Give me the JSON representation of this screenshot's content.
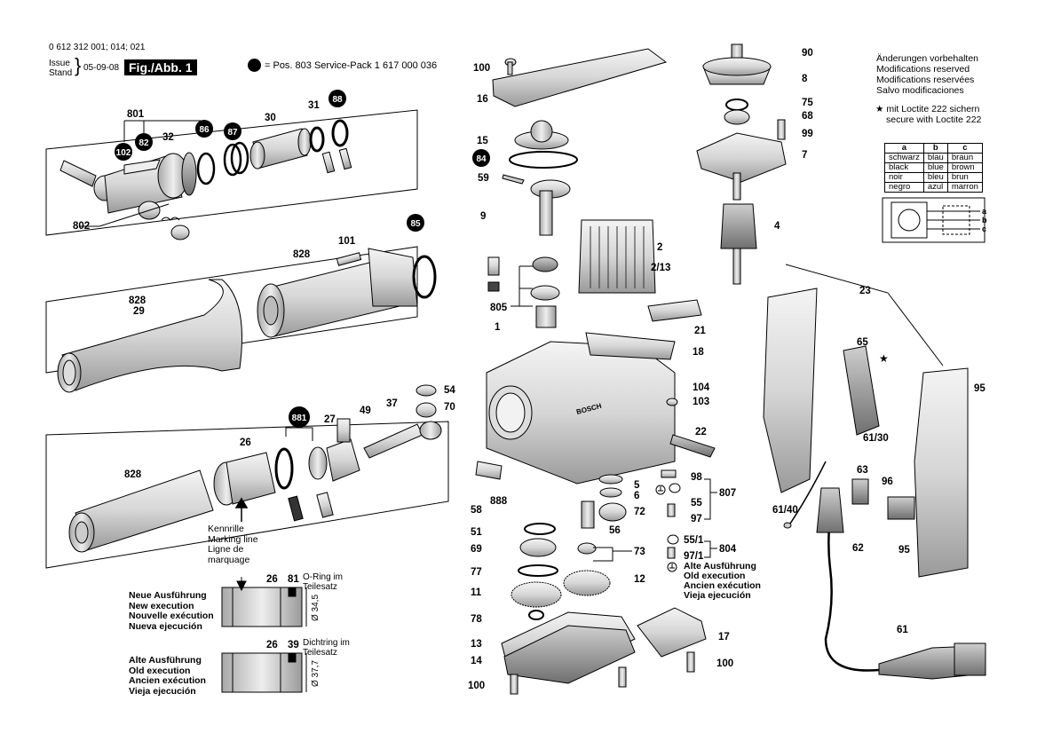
{
  "header": {
    "part_number": "0 612 312 001; 014; 021",
    "issue_label": "Issue",
    "stand_label": "Stand",
    "issue_date": "05-09-08",
    "figure": "Fig./Abb. 1",
    "service_pack": "= Pos. 803 Service-Pack 1 617 000 036"
  },
  "notes": {
    "modifications": [
      "Änderungen vorbehalten",
      "Modifications reserved",
      "Modifications reservées",
      "Salvo modificaciones"
    ],
    "loctite": [
      "mit Loctite 222 sichern",
      "secure with Loctite 222"
    ],
    "star": "★"
  },
  "color_table": {
    "headers": [
      "a",
      "b",
      "c"
    ],
    "rows": [
      [
        "schwarz",
        "blau",
        "braun"
      ],
      [
        "black",
        "blue",
        "brown"
      ],
      [
        "noir",
        "bleu",
        "brun"
      ],
      [
        "negro",
        "azul",
        "marron"
      ]
    ],
    "wire_labels": [
      "a",
      "b",
      "c"
    ]
  },
  "marking": {
    "lines": [
      "Kennrille",
      "Marking line",
      "Ligne de",
      "marquage"
    ]
  },
  "new_execution": {
    "lines": [
      "Neue Ausführung",
      "New execution",
      "Nouvelle exécution",
      "Nueva ejecución"
    ],
    "part_a": "26",
    "part_b": "81",
    "note": [
      "O-Ring im",
      "Teilesatz"
    ],
    "dimension": "Ø 34,5"
  },
  "old_execution": {
    "lines": [
      "Alte Ausführung",
      "Old execution",
      "Ancien exécution",
      "Vieja ejecución"
    ],
    "part_a": "26",
    "part_b": "39",
    "note": [
      "Dichtring im",
      "Teilesatz"
    ],
    "dimension": "Ø 37,7"
  },
  "ground_note": [
    "Alte Ausführung",
    "Old execution",
    "Ancien exécution",
    "Vieja ejecución"
  ],
  "bubbles": [
    "102",
    "82",
    "86",
    "87",
    "88",
    "84",
    "85",
    "881"
  ],
  "labels": [
    "801",
    "32",
    "30",
    "31",
    "802",
    "828",
    "101",
    "828",
    "29",
    "54",
    "70",
    "27",
    "49",
    "37",
    "26",
    "828",
    "100",
    "16",
    "15",
    "59",
    "9",
    "805",
    "1",
    "2",
    "2/13",
    "21",
    "18",
    "104",
    "103",
    "22",
    "888",
    "58",
    "98",
    "807",
    "5",
    "6",
    "72",
    "55",
    "97",
    "56",
    "51",
    "69",
    "55/1",
    "97/1",
    "804",
    "73",
    "77",
    "11",
    "12",
    "78",
    "13",
    "14",
    "100",
    "17",
    "100",
    "90",
    "8",
    "75",
    "68",
    "99",
    "7",
    "4",
    "23",
    "65",
    "95",
    "61/30",
    "63",
    "96",
    "61/40",
    "62",
    "95",
    "61"
  ],
  "brand": "BOSCH"
}
